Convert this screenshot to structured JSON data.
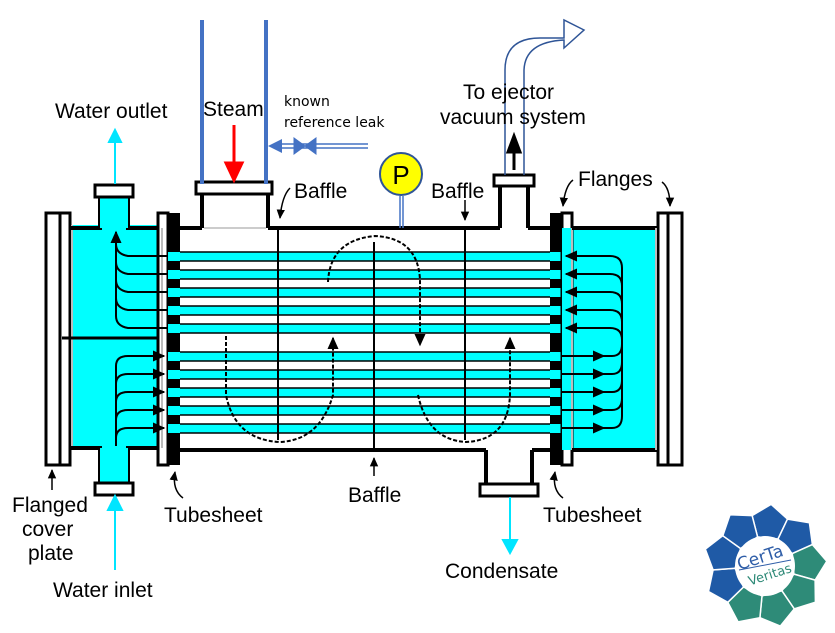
{
  "diagram": {
    "title": "Shell-and-tube steam condenser with known reference leak",
    "colors": {
      "water": "#00ffff",
      "steel": "#000000",
      "steam_arrow": "#ff0000",
      "condensate_arrow": "#00e5ff",
      "added_piping": "#4472c4",
      "gauge_fill": "#ffff00",
      "logo_blue": "#1f5aa6",
      "logo_green": "#2e8b78"
    },
    "labels": {
      "water_outlet": "Water outlet",
      "steam": "Steam",
      "known_leak_line1": "known",
      "known_leak_line2": "reference leak",
      "baffle_top_left": "Baffle",
      "baffle_top_right": "Baffle",
      "baffle_bottom": "Baffle",
      "ejector_line1": "To ejector",
      "ejector_line2": "vacuum system",
      "flanges": "Flanges",
      "flanged_cover_line1": "Flanged",
      "flanged_cover_line2": "cover",
      "flanged_cover_line3": "plate",
      "tubesheet_left": "Tubesheet",
      "tubesheet_right": "Tubesheet",
      "water_inlet": "Water inlet",
      "condensate": "Condensate",
      "pressure_gauge": "P"
    },
    "tube_rows": {
      "upper": 5,
      "lower": 5
    },
    "baffles": 3,
    "logo": {
      "line1": "CerTa",
      "line2": "Veritas"
    }
  }
}
